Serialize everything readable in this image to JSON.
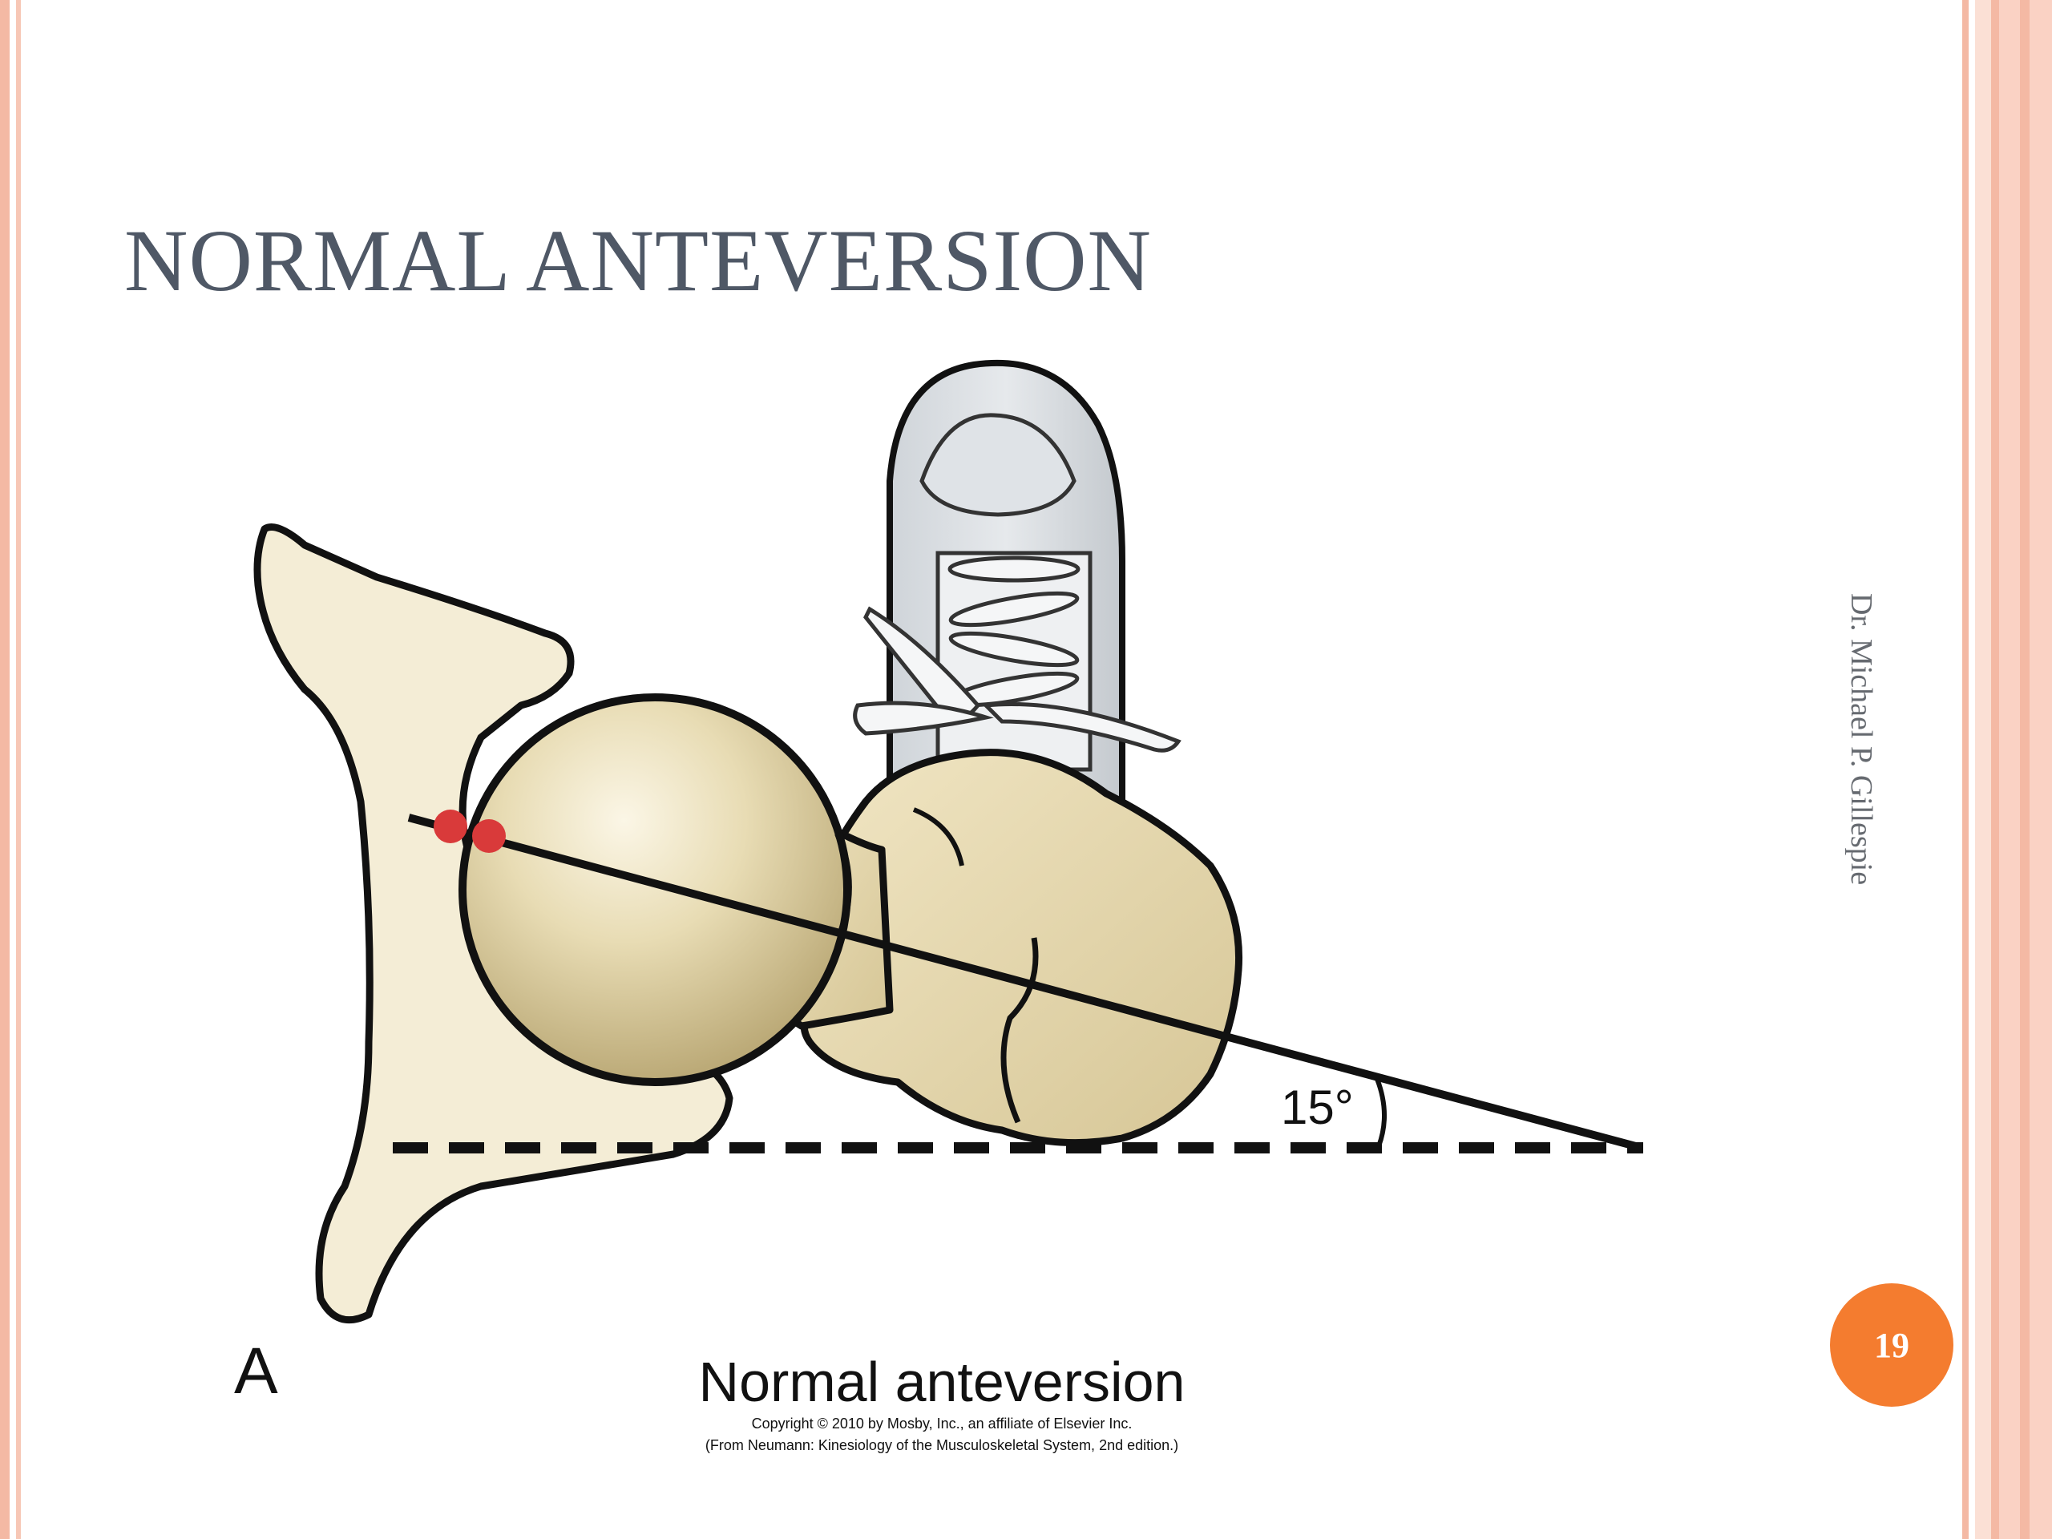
{
  "slide": {
    "title": "NORMAL ANTEVERSION",
    "author": "Dr. Michael P. Gillespie",
    "page_number": "19"
  },
  "figure": {
    "panel_label": "A",
    "angle_label": "15°",
    "caption": "Normal anteversion",
    "copyright_line1": "Copyright © 2010 by Mosby, Inc., an affiliate of Elsevier Inc.",
    "copyright_line2": "(From Neumann: Kinesiology of the Musculoskeletal System, 2nd edition.)"
  },
  "colors": {
    "title": "#4f5866",
    "border": "#f4b9a4",
    "page_badge": "#f47c2f",
    "bone": "#f3ecd3",
    "femur_head": "#e0d3a8",
    "shoe": "#d5d9dd",
    "marker": "#d93a3a"
  }
}
